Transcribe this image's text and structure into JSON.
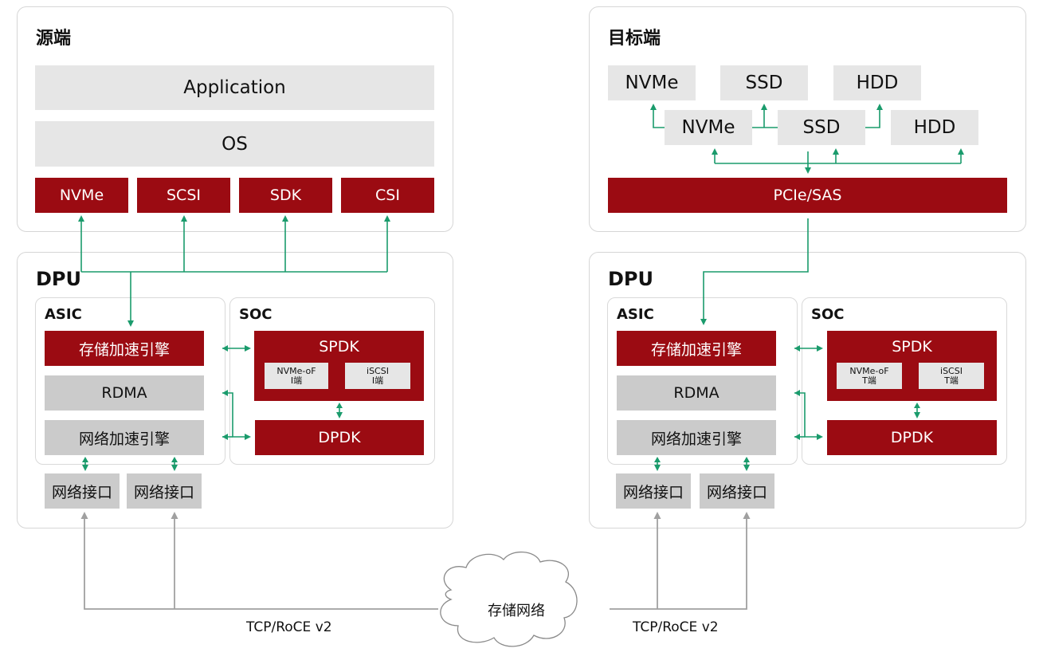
{
  "colors": {
    "accent_red": "#9b0b12",
    "arrow_green": "#1a9b6c",
    "arrow_gray": "#a0a0a0",
    "box_light": "#e6e6e6",
    "box_mid": "#cbcbcb"
  },
  "source": {
    "title": "源端",
    "application": "Application",
    "os": "OS",
    "protocols": [
      "NVMe",
      "SCSI",
      "SDK",
      "CSI"
    ]
  },
  "target": {
    "title": "目标端",
    "devices_top": [
      "NVMe",
      "SSD",
      "HDD"
    ],
    "devices_bottom": [
      "NVMe",
      "SSD",
      "HDD"
    ],
    "bus": "PCIe/SAS"
  },
  "dpu_left": {
    "title": "DPU",
    "asic": {
      "title": "ASIC",
      "storage_engine": "存储加速引擎",
      "rdma": "RDMA",
      "network_engine": "网络加速引擎"
    },
    "soc": {
      "title": "SOC",
      "spdk": "SPDK",
      "nvmeof": "NVMe-oF",
      "nvmeof_side": "I端",
      "iscsi": "iSCSI",
      "iscsi_side": "I端",
      "dpdk": "DPDK"
    },
    "ports": [
      "网络接口",
      "网络接口"
    ]
  },
  "dpu_right": {
    "title": "DPU",
    "asic": {
      "title": "ASIC",
      "storage_engine": "存储加速引擎",
      "rdma": "RDMA",
      "network_engine": "网络加速引擎"
    },
    "soc": {
      "title": "SOC",
      "spdk": "SPDK",
      "nvmeof": "NVMe-oF",
      "nvmeof_side": "T端",
      "iscsi": "iSCSI",
      "iscsi_side": "T端",
      "dpdk": "DPDK"
    },
    "ports": [
      "网络接口",
      "网络接口"
    ]
  },
  "network": {
    "cloud": "存储网络",
    "left_protocol": "TCP/RoCE v2",
    "right_protocol": "TCP/RoCE v2"
  }
}
